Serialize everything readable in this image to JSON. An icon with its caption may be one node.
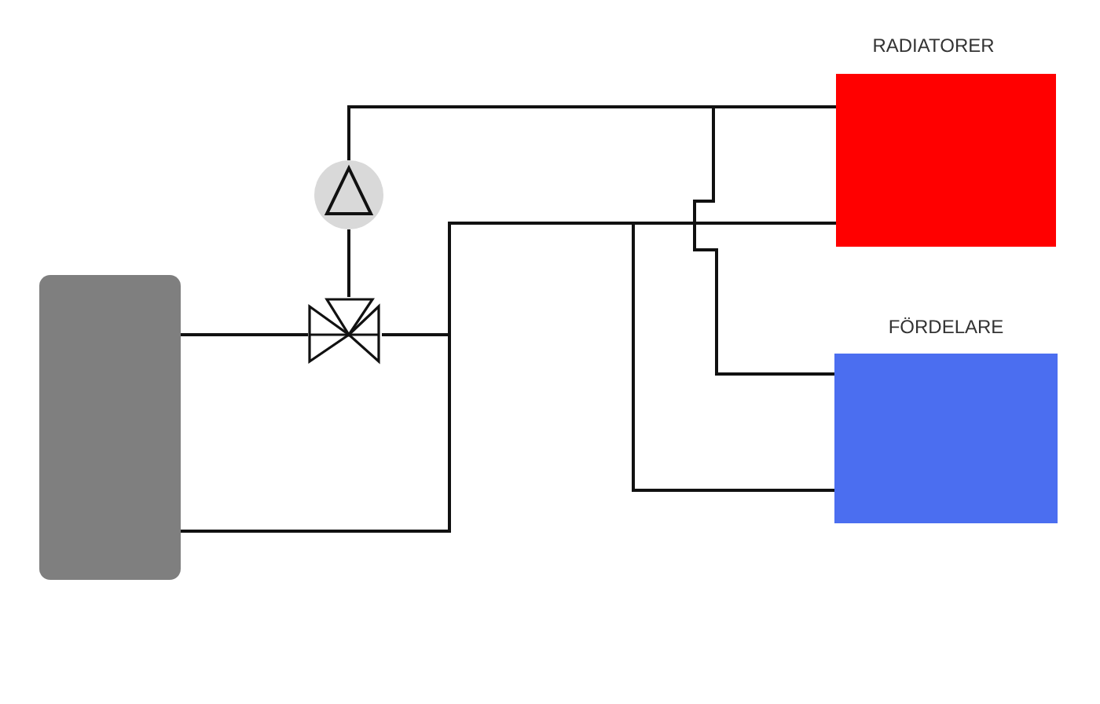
{
  "diagram": {
    "nodes": [
      {
        "text": [],
        "shape": "box"
      },
      {
        "text": [],
        "shape": "valve"
      },
      {
        "text": [],
        "shape": "pump"
      },
      {
        "text": [
          "RADIATORER"
        ]
      },
      {
        "text": [
          "FÖRDELARE"
        ]
      }
    ],
    "edges": [
      {
        "from": 0,
        "to": 1,
        "arrow": "none"
      },
      {
        "from": 1,
        "to": 2,
        "arrow": "none"
      },
      {
        "from": 2,
        "to": 3,
        "arrow": "none"
      },
      {
        "from": 2,
        "to": 4,
        "arrow": "none"
      },
      {
        "from": 3,
        "to": 1,
        "arrow": "none"
      },
      {
        "from": 3,
        "to": 0,
        "arrow": "none"
      },
      {
        "from": 4,
        "to": 1,
        "arrow": "none"
      },
      {
        "from": 4,
        "to": 0,
        "arrow": "none"
      }
    ]
  }
}
